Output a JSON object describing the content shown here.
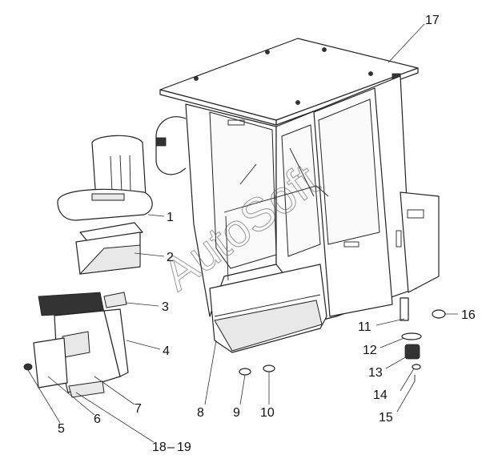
{
  "callouts": [
    "1",
    "2",
    "3",
    "4",
    "5",
    "6",
    "7",
    "8",
    "9",
    "10",
    "11",
    "12",
    "13",
    "14",
    "15",
    "16",
    "17",
    "18",
    "19"
  ],
  "callout_18_19_separator": "–",
  "watermark": "AutoSoft"
}
